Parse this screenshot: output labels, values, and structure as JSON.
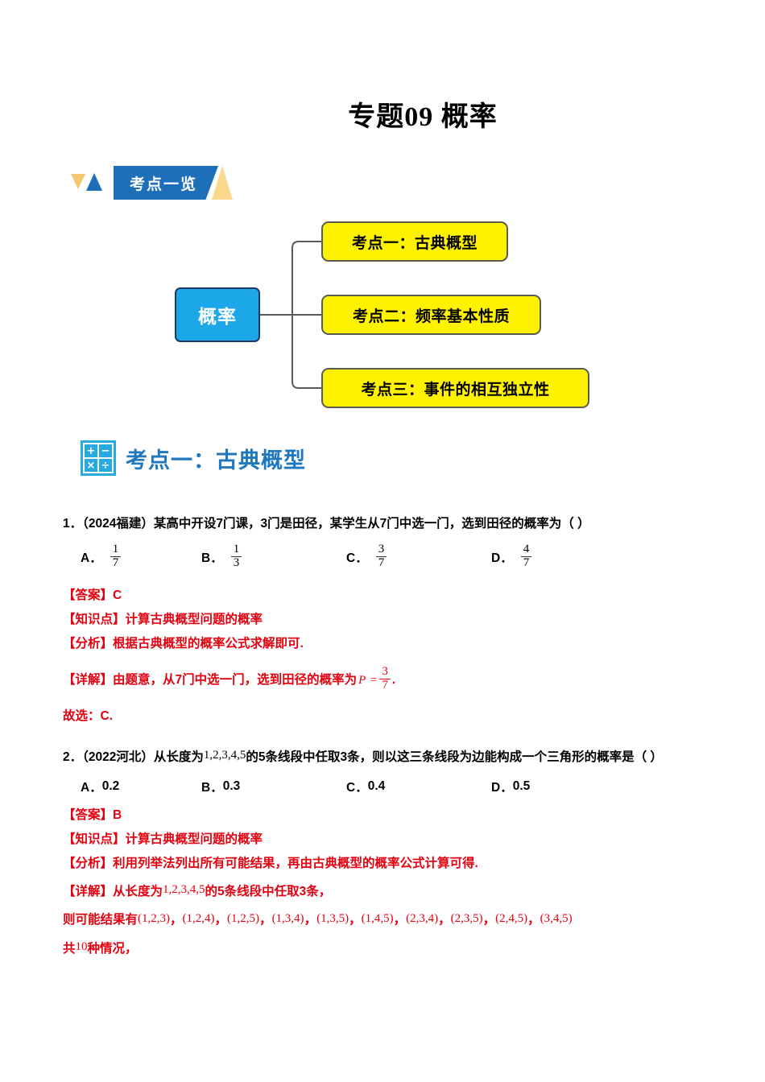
{
  "document": {
    "title": "专题09 概率"
  },
  "banner": {
    "label": "考点一览",
    "blue": "#1C6FB8",
    "yellow": "#FAD88E"
  },
  "mindmap": {
    "root": "概率",
    "root_color": "#1CA7E8",
    "leaf_color": "#FFF200",
    "leaves": [
      {
        "label": "考点一：古典概型"
      },
      {
        "label": "考点二：频率基本性质"
      },
      {
        "label": "考点三：事件的相互独立性"
      }
    ]
  },
  "section": {
    "icon": "calculator-icon",
    "icon_cells": [
      "+",
      "−",
      "×",
      "÷"
    ],
    "title": "考点一：古典概型",
    "title_color": "#1F78BD"
  },
  "questions": [
    {
      "number": "1．",
      "source": "（2024福建）",
      "stem": "某高中开设7门课，3门是田径，某学生从7门中选一门，选到田径的概率为（  ）",
      "options": [
        {
          "label": "A．",
          "num": "1",
          "den": "7"
        },
        {
          "label": "B．",
          "num": "1",
          "den": "3"
        },
        {
          "label": "C．",
          "num": "3",
          "den": "7"
        },
        {
          "label": "D．",
          "num": "4",
          "den": "7"
        }
      ],
      "answer_label": "【答案】",
      "answer_value": "C",
      "knowledge_label": "【知识点】",
      "knowledge_value": "计算古典概型问题的概率",
      "analysis_label": "【分析】",
      "analysis_value": "根据古典概型的概率公式求解即可.",
      "detail_label": "【详解】",
      "detail_text": "由题意，从7门中选一门，选到田径的概率为",
      "detail_formula_var": "P =",
      "detail_formula_num": "3",
      "detail_formula_den": "7",
      "detail_tail": ".",
      "conclusion": "故选：C."
    },
    {
      "number": "2．",
      "source": "（2022河北）",
      "stem_pre": "从长度为",
      "stem_math": "1,2,3,4,5",
      "stem_post": "的5条线段中任取3条，则以这三条线段为边能构成一个三角形的概率是（  ）",
      "options": [
        {
          "label": "A．",
          "value": "0.2"
        },
        {
          "label": "B．",
          "value": "0.3"
        },
        {
          "label": "C．",
          "value": "0.4"
        },
        {
          "label": "D．",
          "value": "0.5"
        }
      ],
      "answer_label": "【答案】",
      "answer_value": "B",
      "knowledge_label": "【知识点】",
      "knowledge_value": "计算古典概型问题的概率",
      "analysis_label": "【分析】",
      "analysis_value": "利用列举法列出所有可能结果，再由古典概型的概率公式计算可得.",
      "detail_label": "【详解】",
      "detail_pre": "从长度为",
      "detail_math": "1,2,3,4,5",
      "detail_post": "的5条线段中任取3条，",
      "result_lead": "则可能结果有",
      "tuples": [
        "(1,2,3)",
        "(1,2,4)",
        "(1,2,5)",
        "(1,3,4)",
        "(1,3,5)",
        "(1,4,5)",
        "(2,3,4)",
        "(2,3,5)",
        "(2,4,5)",
        "(3,4,5)"
      ],
      "tuple_sep": "，",
      "count_pre": "共",
      "count_value": "10",
      "count_post": "种情况，"
    }
  ],
  "colors": {
    "red": "#E3000F",
    "blue": "#1F78BD"
  }
}
